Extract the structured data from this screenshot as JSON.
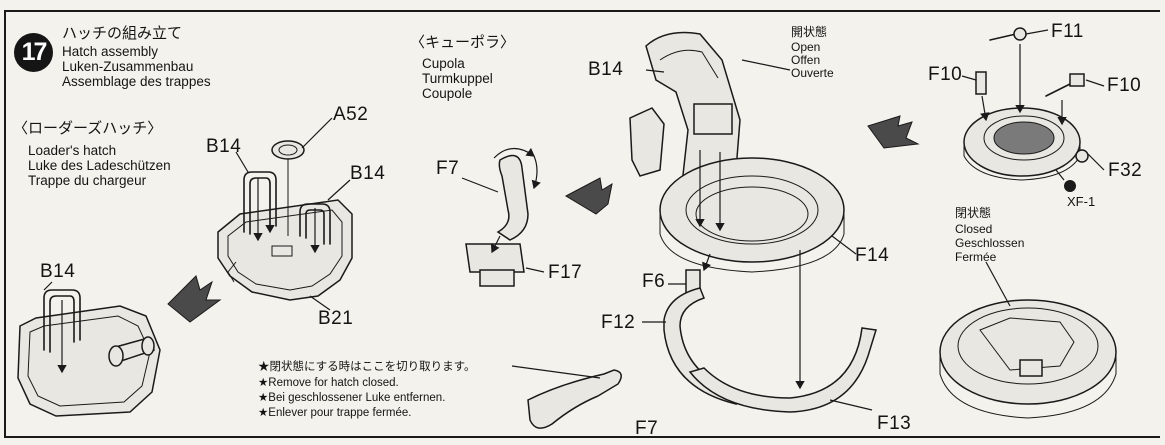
{
  "step": {
    "number": "17",
    "title_jp": "ハッチの組み立て",
    "title_en": "Hatch assembly",
    "title_de": "Luken-Zusammenbau",
    "title_fr": "Assemblage des trappes"
  },
  "loader_hatch": {
    "title_jp": "〈ローダーズハッチ〉",
    "title_en": "Loader's hatch",
    "title_de": "Luke des Ladeschützen",
    "title_fr": "Trappe du chargeur"
  },
  "cupola": {
    "title_jp": "〈キューポラ〉",
    "title_en": "Cupola",
    "title_de": "Turmkuppel",
    "title_fr": "Coupole"
  },
  "open_state": {
    "jp": "開状態",
    "en": "Open",
    "de": "Offen",
    "fr": "Ouverte"
  },
  "closed_state": {
    "jp": "閉状態",
    "en": "Closed",
    "de": "Geschlossen",
    "fr": "Fermée"
  },
  "note": {
    "jp": "★閉状態にする時はここを切り取ります。",
    "en": "★Remove for hatch closed.",
    "de": "★Bei geschlossener Luke entfernen.",
    "fr": "★Enlever pour trappe fermée."
  },
  "part_labels": {
    "b14_hatch_left": "B14",
    "a52": "A52",
    "b14_hatch_right": "B14",
    "b21": "B21",
    "b14_small": "B14",
    "f7_arm": "F7",
    "f17": "F17",
    "f7_note": "F7",
    "b14_cupola": "B14",
    "f6": "F6",
    "f12": "F12",
    "f14": "F14",
    "f13": "F13",
    "f11": "F11",
    "f10_left": "F10",
    "f10_right": "F10",
    "f32": "F32",
    "xf1": "XF-1"
  }
}
